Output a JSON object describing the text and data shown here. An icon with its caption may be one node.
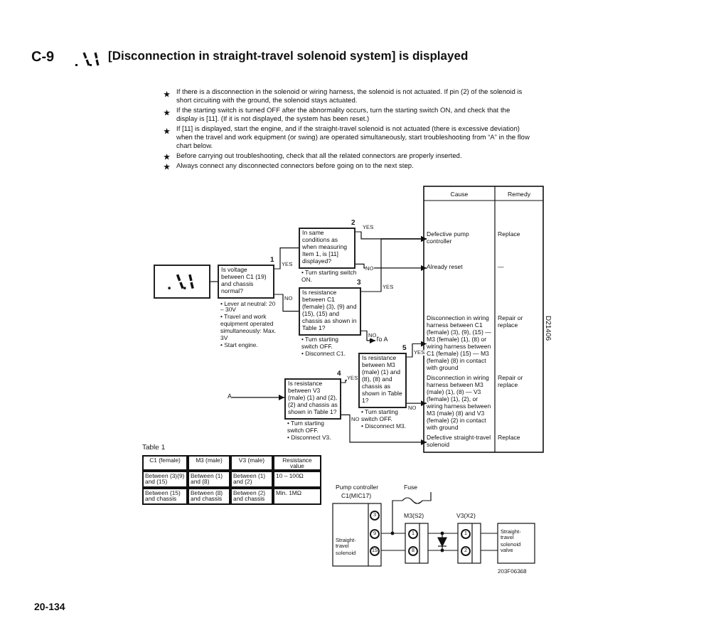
{
  "diagram": {
    "title": "[Disconnection in straight-travel solenoid system] is displayed",
    "nodes": [
      {
        "text": [],
        "shape": "box"
      },
      {
        "text": [
          "Is voltage between C1 (19) and chassis normal?"
        ],
        "beside": [
          "1",
          "• Lever at neutral: 20 – 30V",
          "• Travel and work equipment operated simultaneously: Max. 3V",
          "• Start engine."
        ]
      },
      {
        "text": [
          "In same conditions as when measuring Item 1, is [11] displayed?"
        ],
        "beside": [
          "2",
          "• Turn starting switch ON."
        ]
      },
      {
        "text": [
          "Is resistance between C1 (female) (3), (9) and (15), (15) and chassis as shown in Table 1?"
        ],
        "beside": [
          "3",
          "• Turn starting switch OFF.",
          "• Disconnect C1."
        ]
      },
      {
        "text": [
          "Is resistance between V3 (male) (1) and (2), (2) and chassis as shown in Table 1?"
        ],
        "beside": [
          "4",
          "• Turn starting switch OFF.",
          "• Disconnect V3."
        ]
      },
      {
        "text": [
          "Is resistance between M3 (male) (1) and (8), (8) and chassis as shown in Table 1?"
        ],
        "beside": [
          "5",
          "• Turn starting switch OFF.",
          "• Disconnect M3."
        ]
      },
      {
        "text": [
          "A"
        ]
      },
      {
        "text": [
          "To A"
        ]
      },
      {
        "text": [
          "Defective pump controller"
        ]
      },
      {
        "text": [
          "Already reset"
        ]
      },
      {
        "text": [
          "Disconnection in wiring harness between C1 (female) (3), (9), (15) — M3 (female) (1), (8) or wiring harness between C1 (female) (15) — M3 (female) (8) in contact with ground"
        ]
      },
      {
        "text": [
          "Disconnection in wiring harness between M3 (male) (1), (8) — V3 (female) (1), (2), or wiring harness between M3 (male) (8) and V3 (female) (2) in contact with ground"
        ]
      },
      {
        "text": [
          "Defective straight-travel solenoid"
        ]
      }
    ],
    "edges": [
      {
        "from": 0,
        "to": 1,
        "arrow": "none"
      },
      {
        "from": 1,
        "to": 2,
        "arrow": "none",
        "label": "YES"
      },
      {
        "from": 1,
        "to": 3,
        "arrow": "none",
        "label": "NO"
      },
      {
        "from": 2,
        "to": 8,
        "arrow": "to",
        "label": "YES"
      },
      {
        "from": 2,
        "to": 9,
        "arrow": "to",
        "label": "NO"
      },
      {
        "from": 3,
        "to": 8,
        "arrow": "to",
        "label": "YES"
      },
      {
        "from": 3,
        "to": 7,
        "arrow": "to",
        "label": "NO"
      },
      {
        "from": 6,
        "to": 4,
        "arrow": "to"
      },
      {
        "from": 4,
        "to": 5,
        "arrow": "none",
        "label": "YES"
      },
      {
        "from": 4,
        "to": 12,
        "arrow": "to",
        "label": "NO"
      },
      {
        "from": 5,
        "to": 10,
        "arrow": "to",
        "label": "YES"
      },
      {
        "from": 5,
        "to": 11,
        "arrow": "to",
        "label": "NO"
      }
    ],
    "labels": [
      "C-9",
      "If there is a disconnection in the solenoid or wiring harness, the solenoid is not actuated. If pin (2) of the solenoid is short circuiting with the ground, the solenoid stays actuated.",
      "If the starting switch is turned OFF after the abnormality occurs, turn the starting switch ON, and check that the display is [11]. (If it is not displayed, the system has been reset.)",
      "If [11] is displayed, start the engine, and if the straight-travel solenoid is not actuated (there is excessive deviation) when the travel and work equipment (or swing) are operated simultaneously, start troubleshooting from “A” in the flow chart below.",
      "Before carrying out troubleshooting, check that all the related connectors are properly inserted.",
      "Always connect any disconnected connectors before going on to the next step.",
      "Cause",
      "Remedy",
      "Replace",
      "—",
      "Repair or replace",
      "Repair or replace",
      "Replace",
      "D21406",
      "Table 1",
      "C1 (female)",
      "M3 (male)",
      "V3 (male)",
      "Resistance value",
      "Between (3)(9) and (15)",
      "Between (1) and (8)",
      "Between (1) and (2)",
      "10 – 100Ω",
      "Between (15) and chassis",
      "Between (8) and chassis",
      "Between (2) and chassis",
      "Min. 1MΩ",
      "Pump controller",
      "C1(MIC17)",
      "Fuse",
      "M3(S2)",
      "V3(X2)",
      "3",
      "9",
      "15",
      "Straight-travel solenoid",
      "1",
      "8",
      "1",
      "2",
      "Straight-travel solenoid valve",
      "203F06368",
      "20-134"
    ]
  }
}
